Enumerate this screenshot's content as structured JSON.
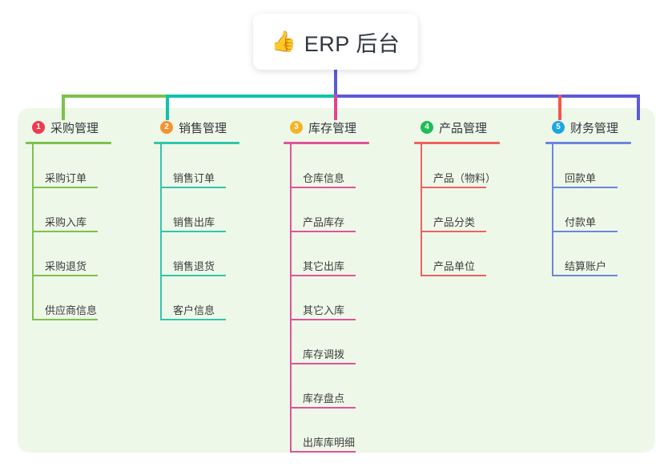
{
  "root": {
    "icon": "thumbs-up-icon",
    "emoji": "👍",
    "title": "ERP 后台"
  },
  "theme": {
    "page_background": "#ffffff",
    "panel_background": "#eef8e9",
    "root_stem_color": "#5b5bd6",
    "text_color": "#3c3c3c"
  },
  "columns": [
    {
      "number": "1",
      "title": "采购管理",
      "badge_color": "#ef3b4f",
      "line_color": "#7cc24b",
      "connector_color": "#7cc24b",
      "items": [
        {
          "label": "采购订单"
        },
        {
          "label": "采购入库"
        },
        {
          "label": "采购退货"
        },
        {
          "label": "供应商信息"
        }
      ]
    },
    {
      "number": "2",
      "title": "销售管理",
      "badge_color": "#f5922f",
      "line_color": "#30c6ae",
      "connector_color": "#11c2ab",
      "items": [
        {
          "label": "销售订单"
        },
        {
          "label": "销售出库"
        },
        {
          "label": "销售退货"
        },
        {
          "label": "客户信息"
        }
      ]
    },
    {
      "number": "3",
      "title": "库存管理",
      "badge_color": "#f5b325",
      "line_color": "#e0539b",
      "connector_color": "#e8408f",
      "items": [
        {
          "label": "仓库信息"
        },
        {
          "label": "产品库存"
        },
        {
          "label": "其它出库"
        },
        {
          "label": "其它入库"
        },
        {
          "label": "库存调拨"
        },
        {
          "label": "库存盘点"
        },
        {
          "label": "出库库明细"
        }
      ]
    },
    {
      "number": "4",
      "title": "产品管理",
      "badge_color": "#22bb5b",
      "line_color": "#f0615c",
      "connector_color": "#f4564f",
      "items": [
        {
          "label": "产品（物料）"
        },
        {
          "label": "产品分类"
        },
        {
          "label": "产品单位"
        }
      ]
    },
    {
      "number": "5",
      "title": "财务管理",
      "badge_color": "#1ba7e0",
      "line_color": "#6b86dd",
      "connector_color": "#5b5bd6",
      "items": [
        {
          "label": "回款单"
        },
        {
          "label": "付款单"
        },
        {
          "label": "结算账户"
        }
      ]
    }
  ]
}
